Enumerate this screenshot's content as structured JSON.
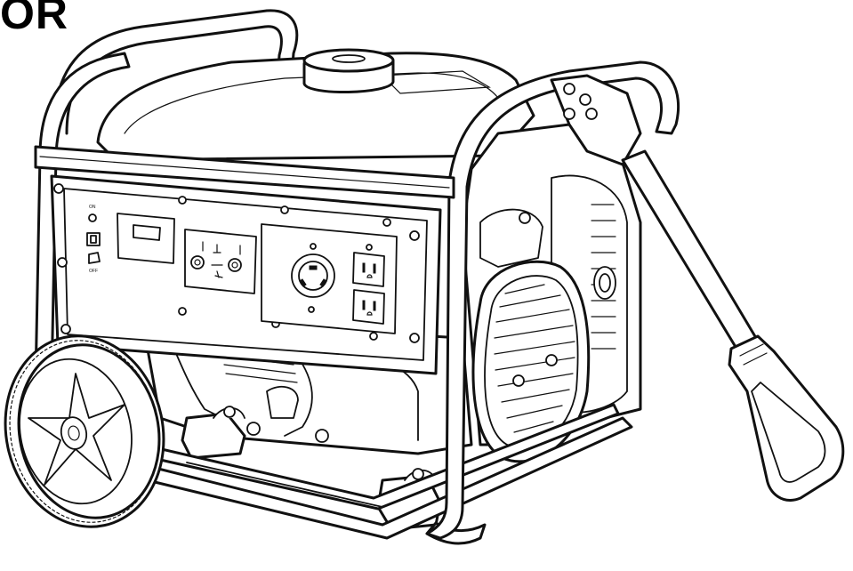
{
  "title": "OR",
  "panel": {
    "switch_top_label": "ON",
    "switch_bottom_label": "OFF"
  },
  "colors": {
    "ink": "#111111",
    "paper": "#ffffff"
  }
}
